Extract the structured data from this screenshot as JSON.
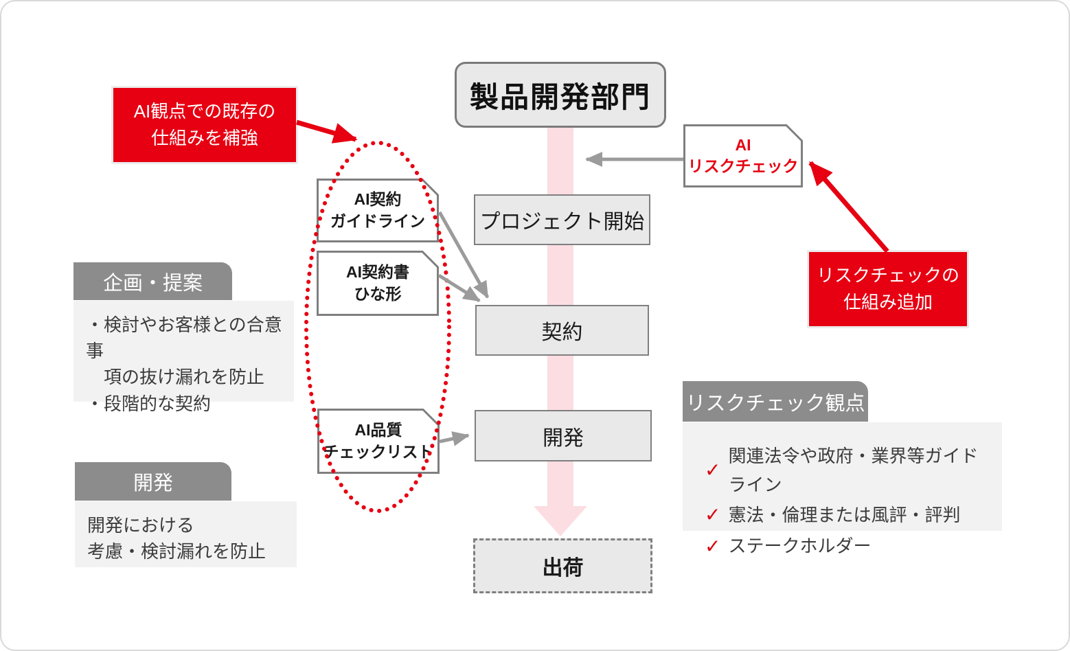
{
  "diagram_title": "製品開発部門",
  "flow": {
    "steps": [
      {
        "id": "project-start",
        "label": "プロジェクト開始"
      },
      {
        "id": "contract",
        "label": "契約"
      },
      {
        "id": "development",
        "label": "開発"
      },
      {
        "id": "shipping",
        "label": "出荷"
      }
    ]
  },
  "documents": [
    {
      "id": "ai-contract-guideline",
      "lines": [
        "AI契約",
        "ガイドライン"
      ]
    },
    {
      "id": "ai-contract-template",
      "lines": [
        "AI契約書",
        "ひな形"
      ]
    },
    {
      "id": "ai-quality-checklist",
      "lines": [
        "AI品質",
        "チェックリスト"
      ]
    }
  ],
  "risk_check_box": {
    "lines": [
      "AI",
      "リスクチェック"
    ]
  },
  "callouts": {
    "reinforce_existing": {
      "lines": [
        "AI観点での既存の",
        "仕組みを補強"
      ]
    },
    "add_risk_check": {
      "lines": [
        "リスクチェックの",
        "仕組み追加"
      ]
    }
  },
  "sections": {
    "planning": {
      "title": "企画・提案",
      "lines": [
        "・検討やお客様との合意事",
        "　項の抜け漏れを防止",
        "・段階的な契約"
      ]
    },
    "development": {
      "title": "開発",
      "lines": [
        "開発における",
        "考慮・検討漏れを防止"
      ]
    },
    "risk_perspective": {
      "title": "リスクチェック観点",
      "check_glyph": "✓",
      "items": [
        "関連法令や政府・業界等ガイドライン",
        "憲法・倫理または風評・評判",
        "ステークホルダー"
      ]
    }
  },
  "colors": {
    "accent_red": "#e60012",
    "pink_arrow": "#fbdde2",
    "header_gray": "#8c8c8c",
    "panel_gray": "#f2f2f2",
    "box_fill_gray": "#e9e9e9",
    "box_border_gray": "#7f7f7f",
    "arrow_gray": "#9b9b9b"
  }
}
